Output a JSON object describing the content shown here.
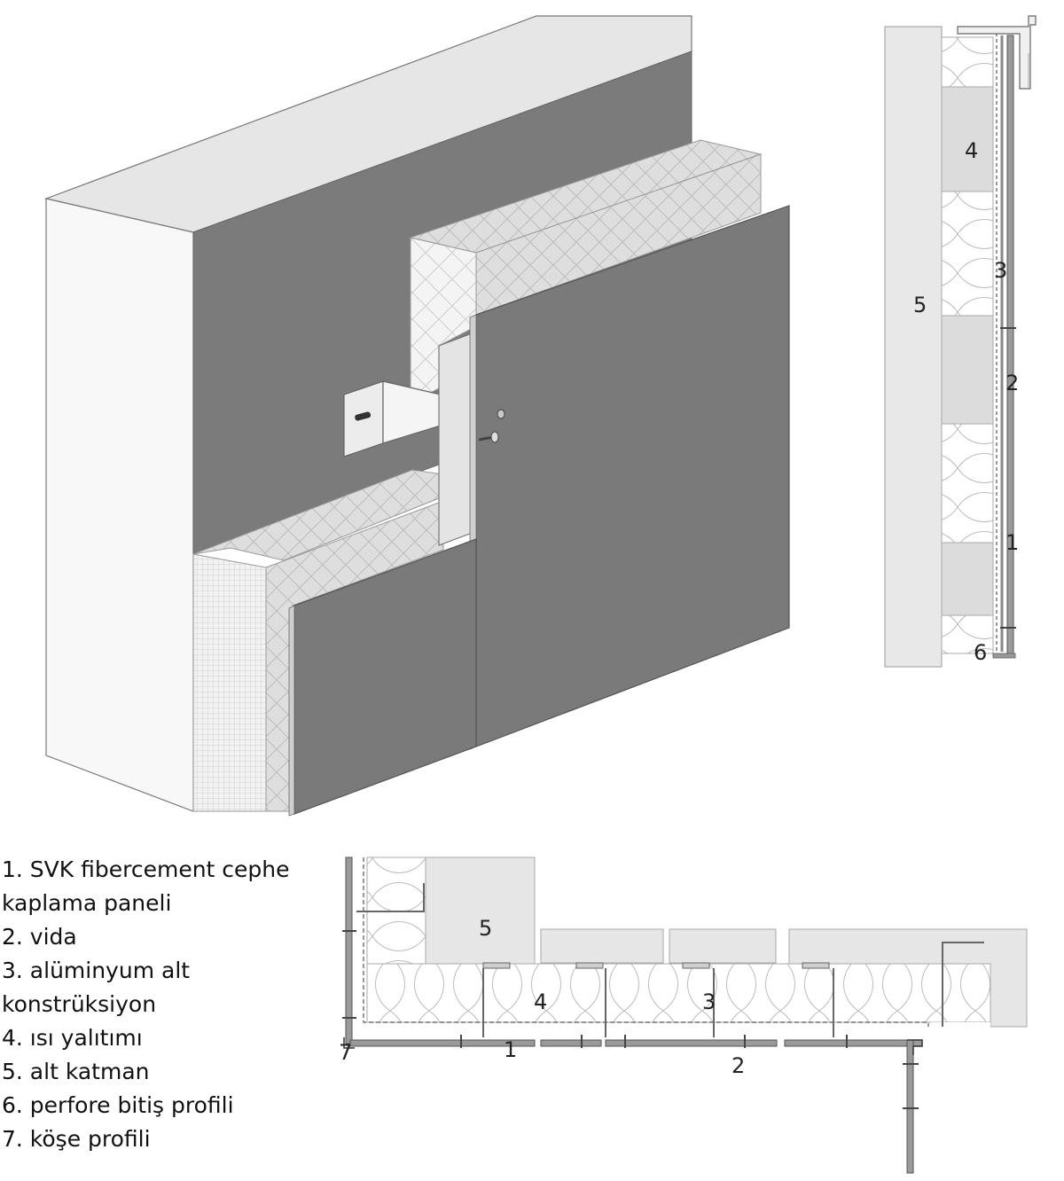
{
  "callouts": {
    "side": {
      "c1": "1",
      "c2": "2",
      "c3": "3",
      "c4": "4",
      "c5": "5",
      "c6": "6"
    },
    "plan": {
      "c1": "1",
      "c2": "2",
      "c3": "3",
      "c4": "4",
      "c5": "5",
      "c7": "7"
    }
  },
  "legend": [
    "1. SVK fibercement cephe",
    "kaplama paneli",
    "2. vida",
    "3. alüminyum alt",
    "konstrüksiyon",
    "4. ısı yalıtımı",
    "5. alt katman",
    "6. perfore bitiş profili",
    "7. köşe profili"
  ],
  "colors": {
    "wall_light": "#e9e9e9",
    "wall_side": "#f8f8f8",
    "panel_dark": "#7a7a7a",
    "insulation": "#dcdcdc",
    "line": "#555555"
  }
}
